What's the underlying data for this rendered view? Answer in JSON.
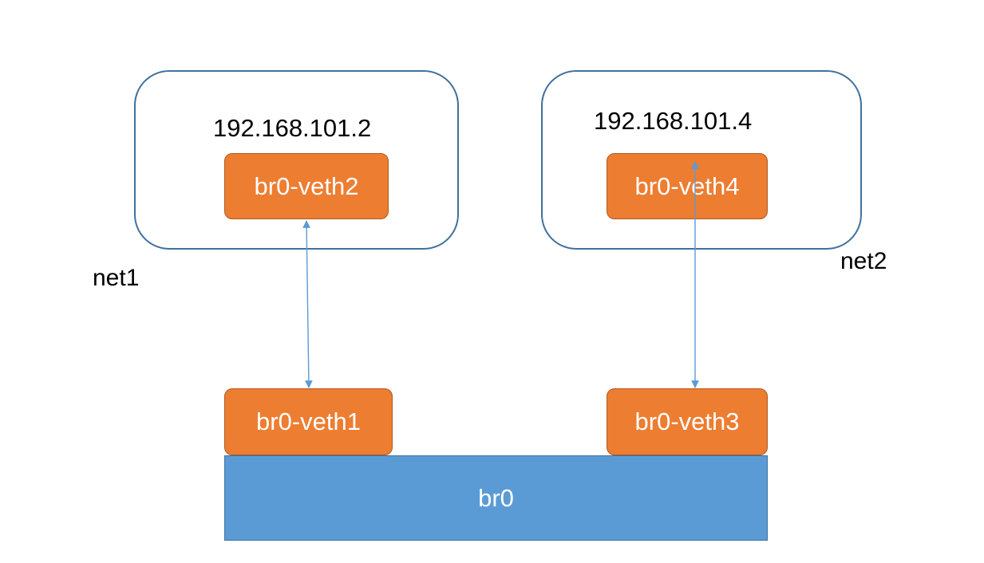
{
  "colors": {
    "veth_fill": "#ed7d31",
    "bridge_fill": "#5b9bd5",
    "namespace_border": "#41719c",
    "link": "#5b9bd5"
  },
  "net1": {
    "label": "net1",
    "ip": "192.168.101.2",
    "veth": "br0-veth2"
  },
  "net2": {
    "label": "net2",
    "ip": "192.168.101.4",
    "veth": "br0-veth4"
  },
  "bridge": {
    "label": "br0",
    "ports": [
      "br0-veth1",
      "br0-veth3"
    ]
  },
  "links": [
    {
      "from": "br0-veth2",
      "to": "br0-veth1",
      "arrows": "both"
    },
    {
      "from": "br0-veth4",
      "to": "br0-veth3",
      "arrows": "both"
    }
  ]
}
